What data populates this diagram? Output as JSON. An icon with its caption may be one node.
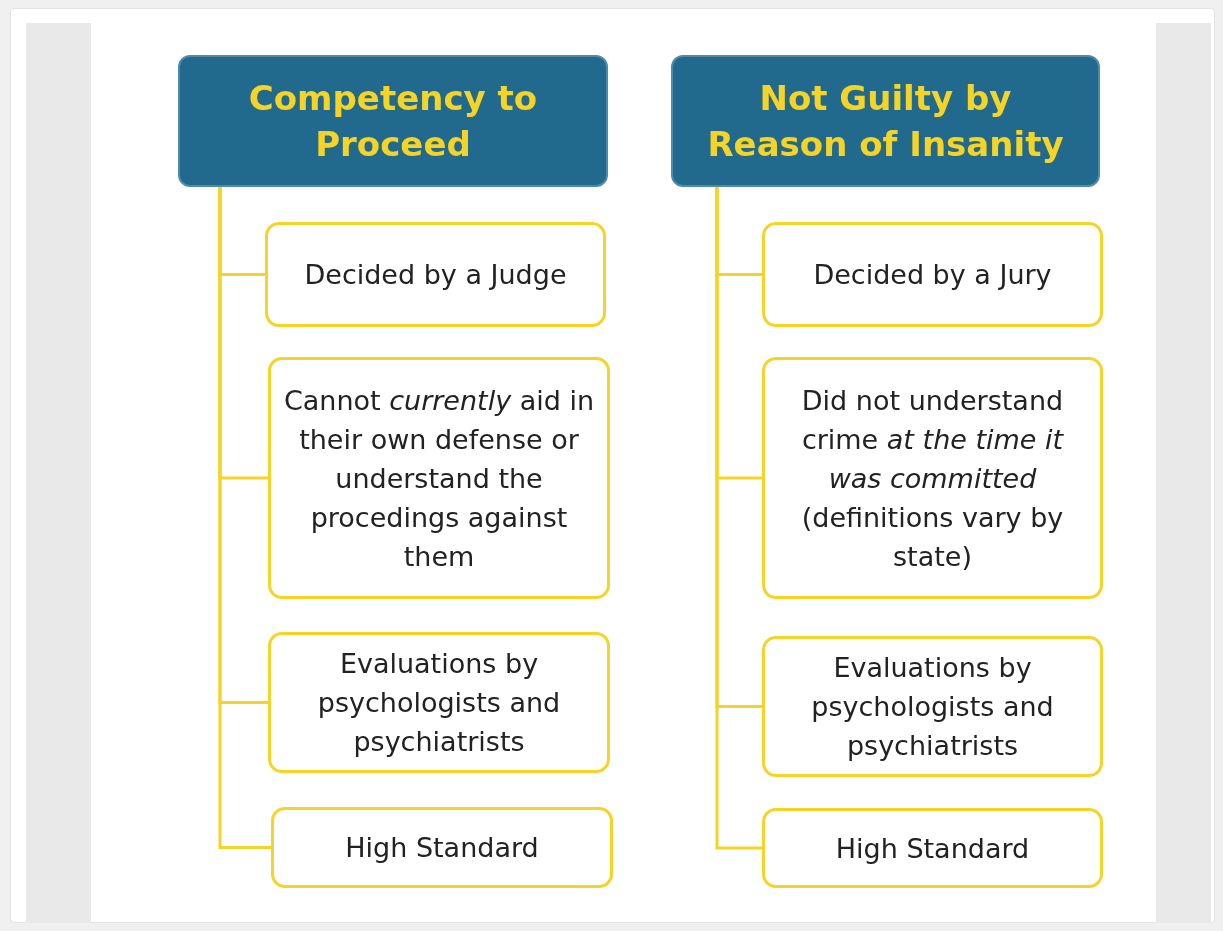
{
  "diagram": {
    "nodes": [
      {
        "text": [
          "Competency to Proceed"
        ]
      },
      {
        "text": [
          "Decided by a Judge"
        ]
      },
      {
        "text": [
          "Cannot *currently* aid in their own defense or understand the procedings against them"
        ]
      },
      {
        "text": [
          "Evaluations by psychologists and psychiatrists"
        ]
      },
      {
        "text": [
          "High Standard"
        ]
      },
      {
        "text": [
          "Not Guilty by Reason of Insanity"
        ]
      },
      {
        "text": [
          "Decided by a Jury"
        ]
      },
      {
        "text": [
          "Did not understand crime *at the time it was committed* (definitions vary by state)"
        ]
      },
      {
        "text": [
          "Evaluations by psychologists and psychiatrists"
        ]
      },
      {
        "text": [
          "High Standard"
        ]
      }
    ],
    "edges": [
      {
        "from": 0,
        "to": 1,
        "arrow": "none"
      },
      {
        "from": 0,
        "to": 2,
        "arrow": "none"
      },
      {
        "from": 0,
        "to": 3,
        "arrow": "none"
      },
      {
        "from": 0,
        "to": 4,
        "arrow": "none"
      },
      {
        "from": 5,
        "to": 6,
        "arrow": "none"
      },
      {
        "from": 5,
        "to": 7,
        "arrow": "none"
      },
      {
        "from": 5,
        "to": 8,
        "arrow": "none"
      },
      {
        "from": 5,
        "to": 9,
        "arrow": "none"
      }
    ]
  }
}
